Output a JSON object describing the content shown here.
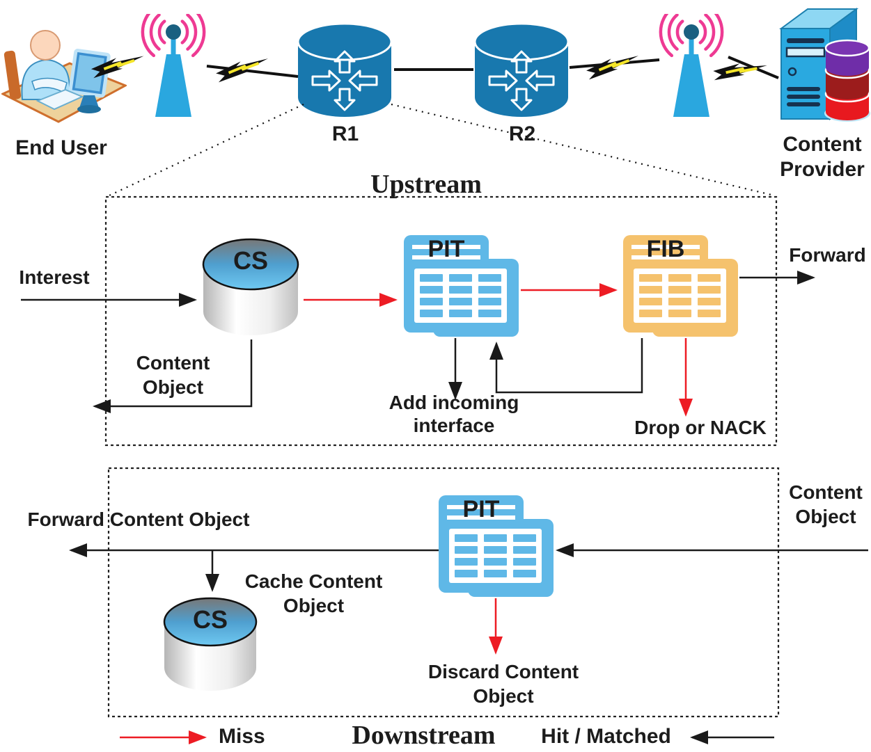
{
  "colors": {
    "router_blue": "#1878ae",
    "antenna_blue": "#2aa7df",
    "antenna_dot": "#1a6080",
    "wave_pink": "#ee3a93",
    "bolt_yellow": "#f5e62a",
    "pit_blue": "#5fb8e7",
    "fib_orange": "#f5c26d",
    "arrow_red": "#ed1c24",
    "arrow_black": "#1a1a1a",
    "text": "#1c1c1c"
  },
  "network": {
    "end_user_label": "End User",
    "router1_label": "R1",
    "router2_label": "R2",
    "provider_line1": "Content",
    "provider_line2": "Provider"
  },
  "upstream": {
    "title": "Upstream",
    "interest_label": "Interest",
    "cs_label": "CS",
    "pit_label": "PIT",
    "fib_label": "FIB",
    "forward_label": "Forward",
    "content_object_line1": "Content",
    "content_object_line2": "Object",
    "add_incoming_line1": "Add incoming",
    "add_incoming_line2": "interface",
    "drop_label": "Drop or NACK"
  },
  "downstream": {
    "pit_label": "PIT",
    "cs_label": "CS",
    "content_object_line1": "Content",
    "content_object_line2": "Object",
    "forward_content_object": "Forward Content Object",
    "cache_line1": "Cache Content",
    "cache_line2": "Object",
    "discard_line1": "Discard Content",
    "discard_line2": "Object"
  },
  "legend": {
    "miss": "Miss",
    "downstream_title": "Downstream",
    "hit": "Hit / Matched"
  }
}
